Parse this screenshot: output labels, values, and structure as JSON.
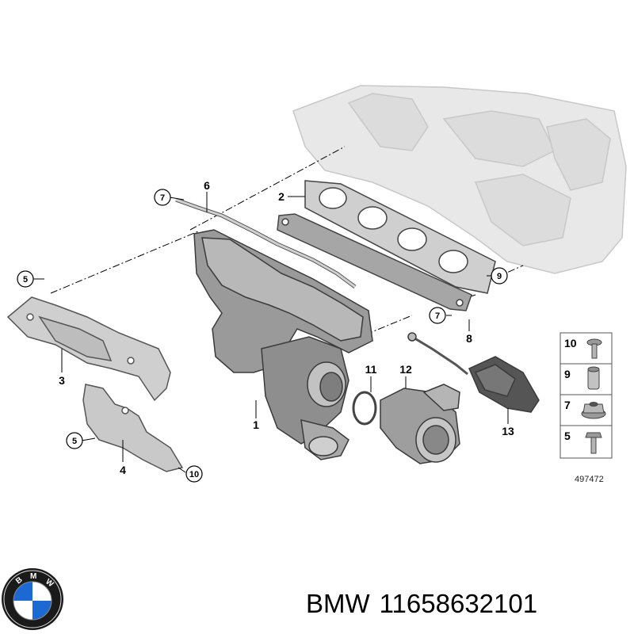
{
  "callouts": [
    "1",
    "2",
    "3",
    "4",
    "6",
    "8",
    "11",
    "12",
    "13"
  ],
  "circled_callouts": [
    "7",
    "5",
    "9",
    "7",
    "5",
    "10"
  ],
  "legend": [
    {
      "number": "10",
      "icon": "hex-flange-bolt-icon"
    },
    {
      "number": "9",
      "icon": "dowel-sleeve-icon"
    },
    {
      "number": "7",
      "icon": "collar-nut-icon"
    },
    {
      "number": "5",
      "icon": "hex-bolt-icon"
    }
  ],
  "diagram_id": "497472",
  "footer": {
    "brand": "BMW",
    "part_number": "11658632101"
  },
  "colors": {
    "part_fill": "#bfbfbf",
    "part_dark": "#7f7f7f",
    "engine_ghost": "#e6e6e6",
    "line": "#000000",
    "bmw_blue": "#1c69d4"
  }
}
